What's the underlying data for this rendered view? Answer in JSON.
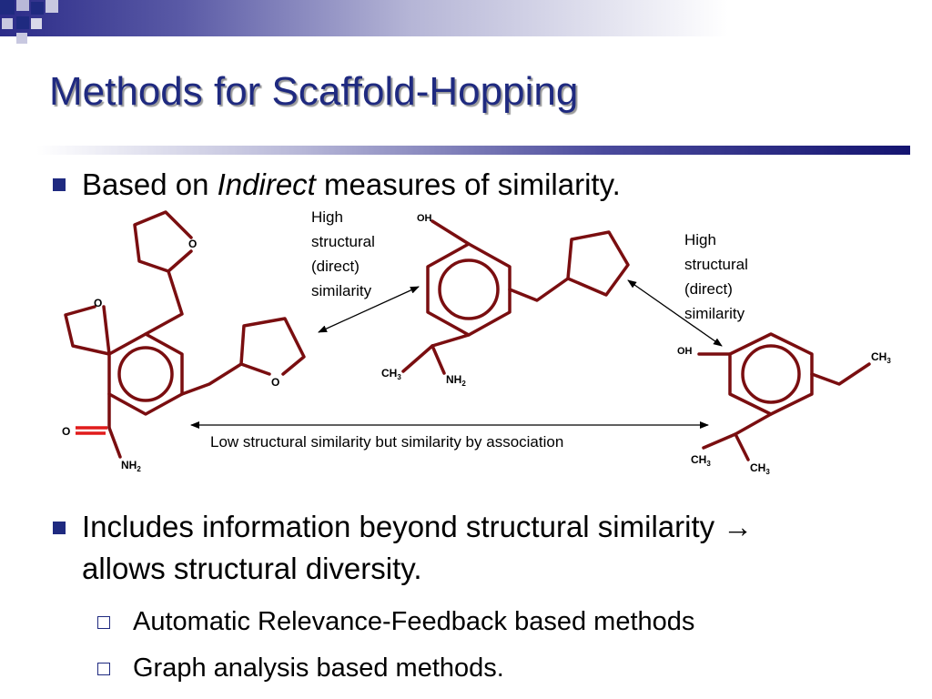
{
  "title": "Methods for Scaffold-Hopping",
  "bullets": {
    "b1_pre": "Based on ",
    "b1_em": "Indirect",
    "b1_post": " measures of similarity.",
    "b2_line1": "Includes information beyond structural similarity →",
    "b2_line2": "allows structural diversity.",
    "sub1": "Automatic Relevance-Feedback based methods",
    "sub2": "Graph analysis based methods."
  },
  "diagram": {
    "left_label": [
      "High",
      "structural",
      "(direct)",
      "similarity"
    ],
    "right_label": [
      "High",
      "structural",
      "(direct)",
      "similarity"
    ],
    "bottom_label": "Low structural similarity but similarity by association",
    "atoms": {
      "o": "O",
      "oh": "OH",
      "nh": "NH",
      "ch": "CH",
      "sub2": "2",
      "sub3": "3"
    }
  },
  "colors": {
    "title": "#1f2a80",
    "bond": "#7a0e10",
    "carbonyl": "#e11b1b"
  }
}
